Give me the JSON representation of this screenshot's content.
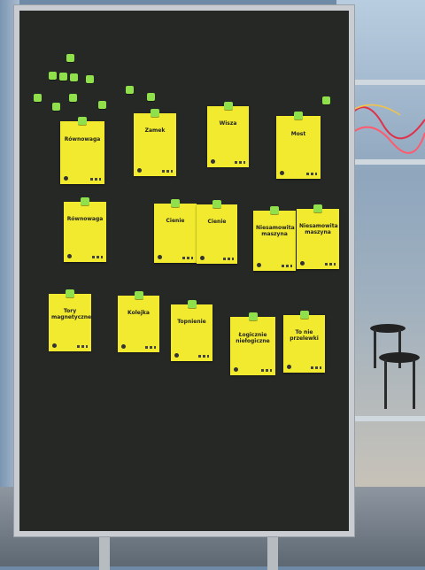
{
  "scene": {
    "cards": [
      {
        "title": "Równowaga"
      },
      {
        "title": "Zamek"
      },
      {
        "title": "Wisza"
      },
      {
        "title": "Most"
      },
      {
        "title": "Równowaga"
      },
      {
        "title": "Cienie"
      },
      {
        "title": "Cienie"
      },
      {
        "title": "Niesamowita maszyna"
      },
      {
        "title": "Niesamowita maszyna"
      },
      {
        "title": "Tory magnetyczne"
      },
      {
        "title": "Kolejka"
      },
      {
        "title": "Topnienie"
      },
      {
        "title": "Łogicznie niełogiczne"
      },
      {
        "title": "To nie przelewki"
      }
    ],
    "colors": {
      "board": "#262826",
      "card": "#f1ea2e",
      "magnet": "#8fe04a"
    }
  }
}
